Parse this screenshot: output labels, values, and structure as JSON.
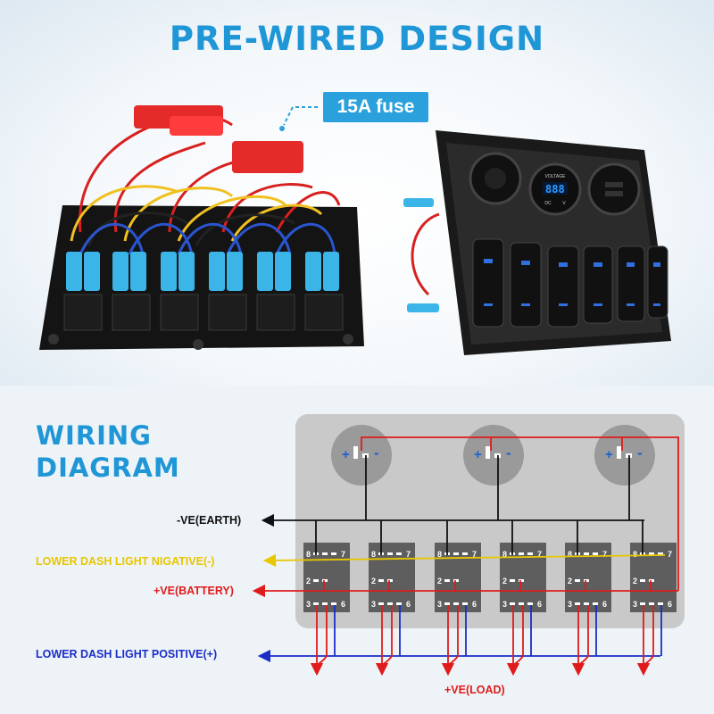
{
  "headline": "PRE-WIRED DESIGN",
  "fuse_callout": "15A fuse",
  "panel_display": {
    "title": "VOLTAGE",
    "unit_left": "DC",
    "unit_right": "V"
  },
  "wiring": {
    "title_line1": "WIRING",
    "title_line2": "DIAGRAM",
    "labels": {
      "earth": "-VE(EARTH)",
      "light_negative": "LOWER DASH LIGHT NIGATIVE(-)",
      "battery": "+VE(BATTERY)",
      "light_positive": "LOWER DASH LIGHT POSITIVE(+)",
      "load": "+VE(LOAD)"
    },
    "pins": {
      "p8": "8",
      "p7": "7",
      "p2": "2",
      "p3": "3",
      "p6": "6"
    },
    "socket_plus": "+",
    "socket_minus": "-"
  },
  "colors": {
    "accent": "#1f96d6",
    "earth": "#111111",
    "light_negative": "#e8c600",
    "battery": "#e01b1b",
    "light_positive": "#1a2ec8",
    "load": "#e01b1b"
  }
}
